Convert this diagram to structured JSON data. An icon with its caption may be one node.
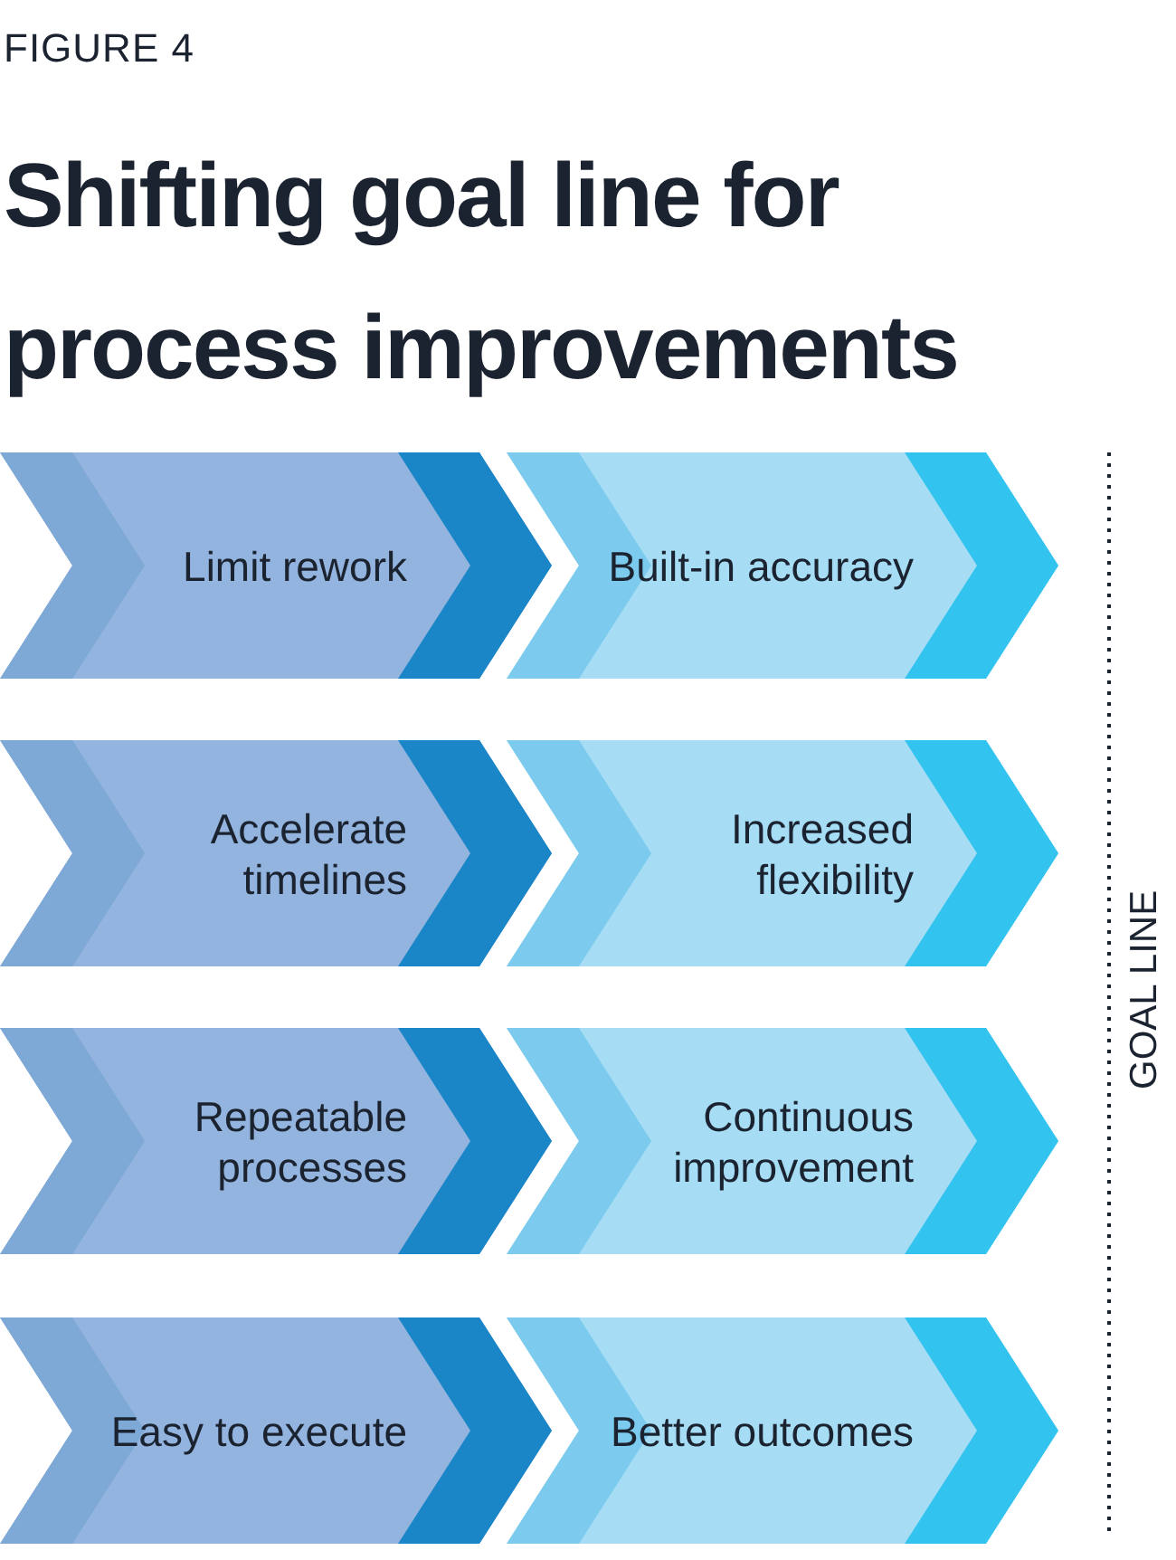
{
  "diagram": {
    "title": "Shifting goal line for process improvements",
    "nodes": [
      {
        "text": [
          "Limit rework"
        ]
      },
      {
        "text": [
          "Built-in accuracy"
        ]
      },
      {
        "text": [
          "Accelerate timelines"
        ]
      },
      {
        "text": [
          "Increased flexibility"
        ]
      },
      {
        "text": [
          "Repeatable processes"
        ]
      },
      {
        "text": [
          "Continuous improvement"
        ]
      },
      {
        "text": [
          "Easy to execute"
        ]
      },
      {
        "text": [
          "Better outcomes"
        ]
      }
    ],
    "labels": [
      "FIGURE 4",
      "GOAL LINE"
    ]
  }
}
